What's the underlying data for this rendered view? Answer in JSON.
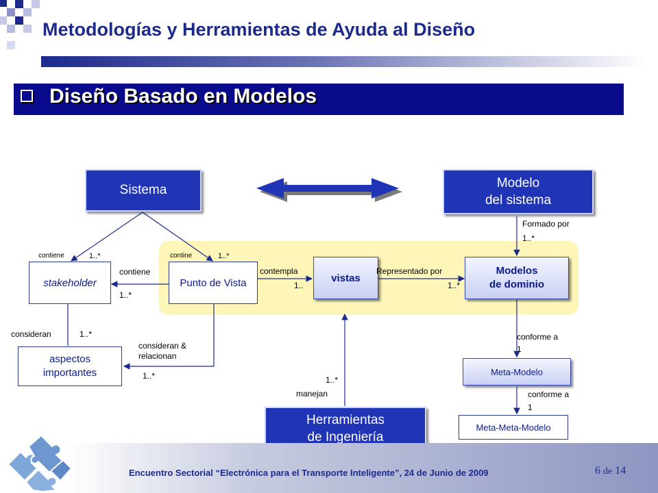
{
  "header": {
    "title": "Metodologías y Herramientas de Ayuda al Diseño",
    "subtitle": "Diseño Basado en Modelos"
  },
  "diagram": {
    "sistema": "Sistema",
    "modelo_line1": "Modelo",
    "modelo_line2": "del sistema",
    "stakeholder": "stakeholder",
    "punto_de_vista": "Punto de Vista",
    "vistas": "vistas",
    "modelos_line1": "Modelos",
    "modelos_line2": "de dominio",
    "aspectos_line1": "aspectos",
    "aspectos_line2": "importantes",
    "herramientas_line1": "Herramientas",
    "herramientas_line2": "de Ingeniería",
    "meta_modelo": "Meta-Modelo",
    "meta_meta_modelo": "Meta-Meta-Modelo",
    "labels": {
      "contiene_small": "contiene",
      "mult_1": "1..*",
      "contine_small": "contine",
      "mult_2": "1..*",
      "contiene": "contiene",
      "mult_contiene": "1..*",
      "contempla": "contempla",
      "mult_contempla": "1..",
      "representado_por": "Representado por",
      "mult_representado": "1..*",
      "formado_por": "Formado por",
      "mult_formado": "1..*",
      "consideran": "consideran",
      "mult_consideran": "1..*",
      "consideran_rel_1": "consideran &",
      "consideran_rel_2": "relacionan",
      "mult_consideran_rel": "1..*",
      "conforme_1": "conforme a",
      "conforme_1_mult": "1",
      "conforme_2": "conforme a",
      "conforme_2_mult": "1",
      "manejan_mult": "1..*",
      "manejan": "manejan"
    }
  },
  "footer": {
    "event": "Encuentro Sectorial",
    "quote": "“Electrónica para el Transporte Inteligente”",
    "date": ", 24 de Junio de 2009",
    "page": "6",
    "of": "de",
    "total": "14"
  },
  "colors": {
    "title": "#1c2a8c",
    "banner": "#0a0a8c",
    "box_blue": "#1f35b6",
    "highlight": "#fdf6b8"
  }
}
